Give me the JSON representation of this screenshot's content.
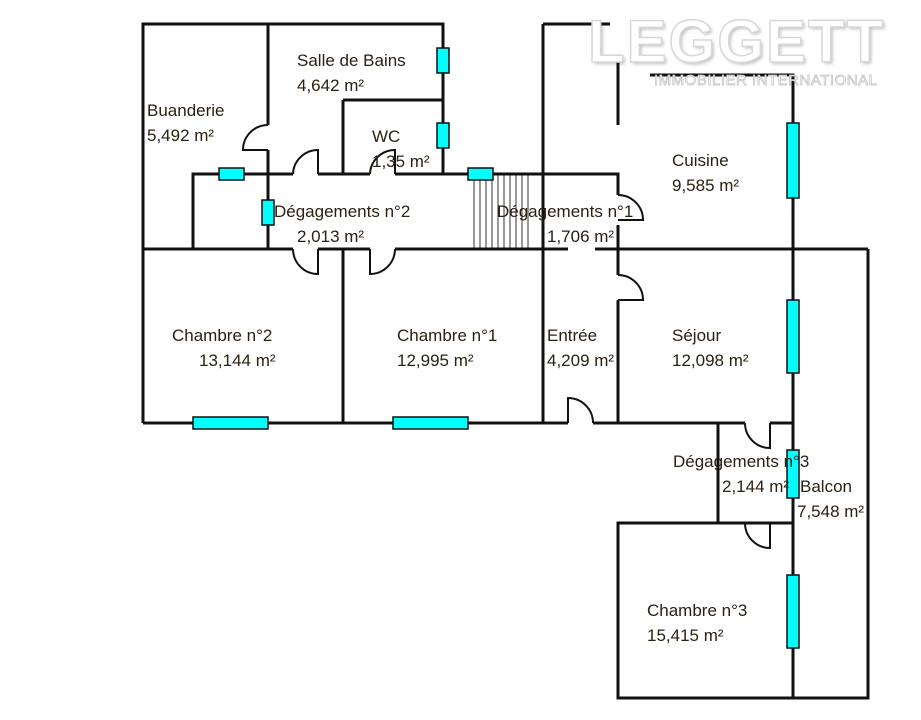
{
  "logo": {
    "name": "LEGGETT",
    "tagline": "IMMOBILIER INTERNATIONAL"
  },
  "colors": {
    "wall": "#111111",
    "window": "#00ffff",
    "text": "#2b2012"
  },
  "rooms": [
    {
      "name": "Salle de Bains",
      "area": "4,642  m²"
    },
    {
      "name": "Buanderie",
      "area": "5,492  m²"
    },
    {
      "name": "WC",
      "area": "1,35  m²"
    },
    {
      "name": "Dégagements n°2",
      "area": "2,013  m²"
    },
    {
      "name": "Dégagements n°1",
      "area": "1,706  m²"
    },
    {
      "name": "Cuisine",
      "area": "9,585  m²"
    },
    {
      "name": "Chambre n°2",
      "area": "13,144  m²"
    },
    {
      "name": "Chambre n°1",
      "area": "12,995  m²"
    },
    {
      "name": "Entrée",
      "area": "4,209  m²"
    },
    {
      "name": "Séjour",
      "area": "12,098  m²"
    },
    {
      "name": "Dégagements n°3",
      "area": "2,144  m²"
    },
    {
      "name": "Balcon",
      "area": "7,548  m²"
    },
    {
      "name": "Chambre n°3",
      "area": "15,415  m²"
    }
  ]
}
